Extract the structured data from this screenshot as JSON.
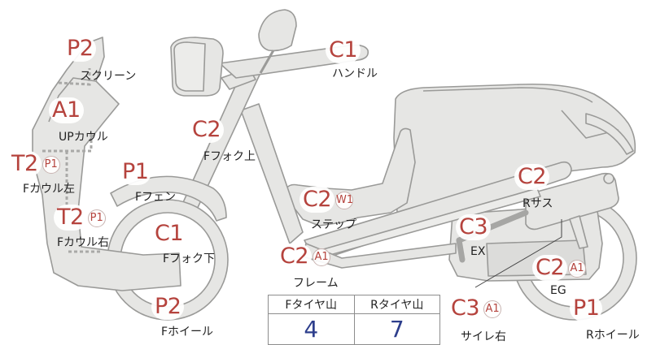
{
  "parts": [
    {
      "id": "screen",
      "code": "P2",
      "sub": "",
      "name": "スクリーン"
    },
    {
      "id": "up-cowl",
      "code": "A1",
      "sub": "",
      "name": "UPカウル"
    },
    {
      "id": "f-cowl-left",
      "code": "T2",
      "sub": "P1",
      "name": "Fカウル左"
    },
    {
      "id": "f-cowl-right",
      "code": "T2",
      "sub": "P1",
      "name": "Fカウル右"
    },
    {
      "id": "f-fender",
      "code": "P1",
      "sub": "",
      "name": "Fフェン"
    },
    {
      "id": "f-fork-upper",
      "code": "C2",
      "sub": "",
      "name": "Fフォク上"
    },
    {
      "id": "f-fork-lower",
      "code": "C1",
      "sub": "",
      "name": "Fフォク下"
    },
    {
      "id": "f-wheel",
      "code": "P2",
      "sub": "",
      "name": "Fホイール"
    },
    {
      "id": "handle",
      "code": "C1",
      "sub": "",
      "name": "ハンドル"
    },
    {
      "id": "step",
      "code": "C2",
      "sub": "W1",
      "name": "ステップ"
    },
    {
      "id": "frame",
      "code": "C2",
      "sub": "A1",
      "name": "フレーム"
    },
    {
      "id": "r-sus",
      "code": "C2",
      "sub": "",
      "name": "Rサス"
    },
    {
      "id": "exhaust",
      "code": "C3",
      "sub": "",
      "name": "EX"
    },
    {
      "id": "engine",
      "code": "C2",
      "sub": "A1",
      "name": "EG"
    },
    {
      "id": "r-wheel",
      "code": "P1",
      "sub": "",
      "name": "Rホイール"
    },
    {
      "id": "silencer-right",
      "code": "C3",
      "sub": "A1",
      "name": "サイレ右"
    }
  ],
  "tread": {
    "front_label": "Fタイヤ山",
    "rear_label": "Rタイヤ山",
    "front_value": "4",
    "rear_value": "7"
  },
  "colors": {
    "body_fill": "#e6e6e4",
    "outline": "#9a9a98",
    "grade_text": "#b5433d",
    "tread_value": "#2d3e8c",
    "exhaust_pipe": "#a6a6a4"
  }
}
